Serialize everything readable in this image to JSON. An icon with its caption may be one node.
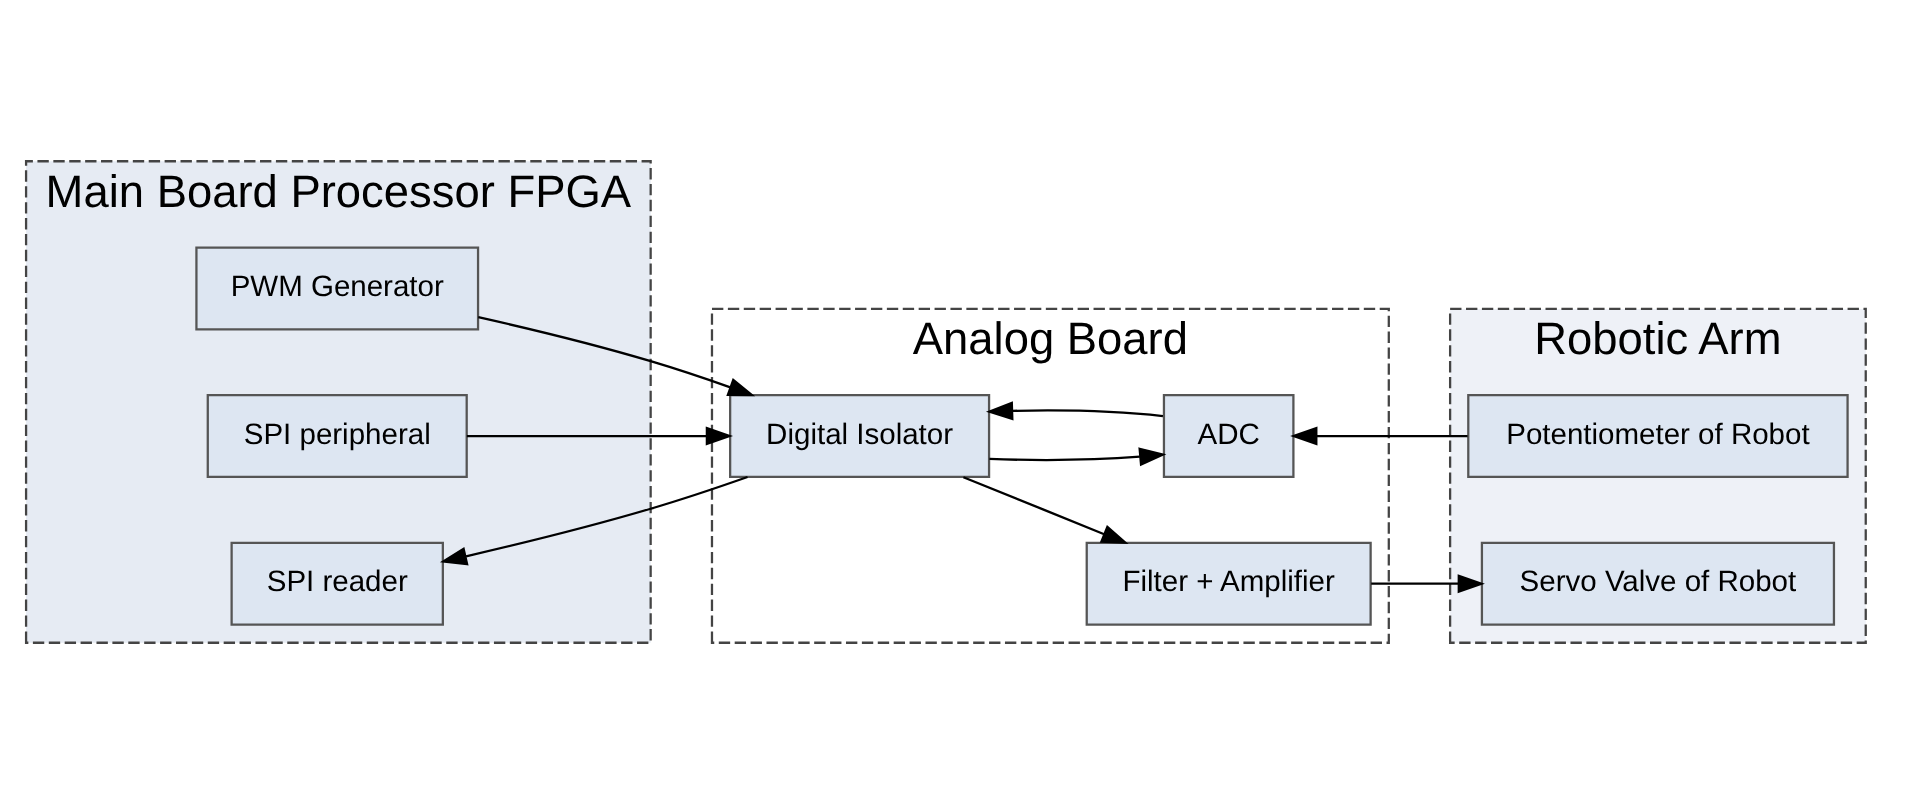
{
  "diagram": {
    "nodes": [
      {
        "text": [
          "Main Board Processor FPGA"
        ]
      },
      {
        "text": [
          "PWM Generator"
        ],
        "in": 0
      },
      {
        "text": [
          "SPI peripheral"
        ],
        "in": 0
      },
      {
        "text": [
          "SPI reader"
        ],
        "in": 0
      },
      {
        "text": [
          "Analog Board"
        ]
      },
      {
        "text": [
          "Digital Isolator"
        ],
        "in": 4
      },
      {
        "text": [
          "Filter + Amplifier"
        ],
        "in": 4
      },
      {
        "text": [
          "ADC"
        ],
        "in": 4
      },
      {
        "text": [
          "Robotic Arm"
        ]
      },
      {
        "text": [
          "Servo Valve of Robot"
        ],
        "in": 8
      },
      {
        "text": [
          "Potentiometer of Robot"
        ],
        "in": 8
      }
    ],
    "edges": [
      {
        "from": 1,
        "to": 5,
        "arrow": "to"
      },
      {
        "from": 5,
        "to": 6,
        "arrow": "to"
      },
      {
        "from": 6,
        "to": 9,
        "arrow": "to"
      },
      {
        "from": 2,
        "to": 5,
        "arrow": "to"
      },
      {
        "from": 5,
        "to": 7,
        "arrow": "to"
      },
      {
        "from": 7,
        "to": 5,
        "arrow": "to"
      },
      {
        "from": 5,
        "to": 3,
        "arrow": "to"
      },
      {
        "from": 10,
        "to": 7,
        "arrow": "to"
      }
    ]
  }
}
